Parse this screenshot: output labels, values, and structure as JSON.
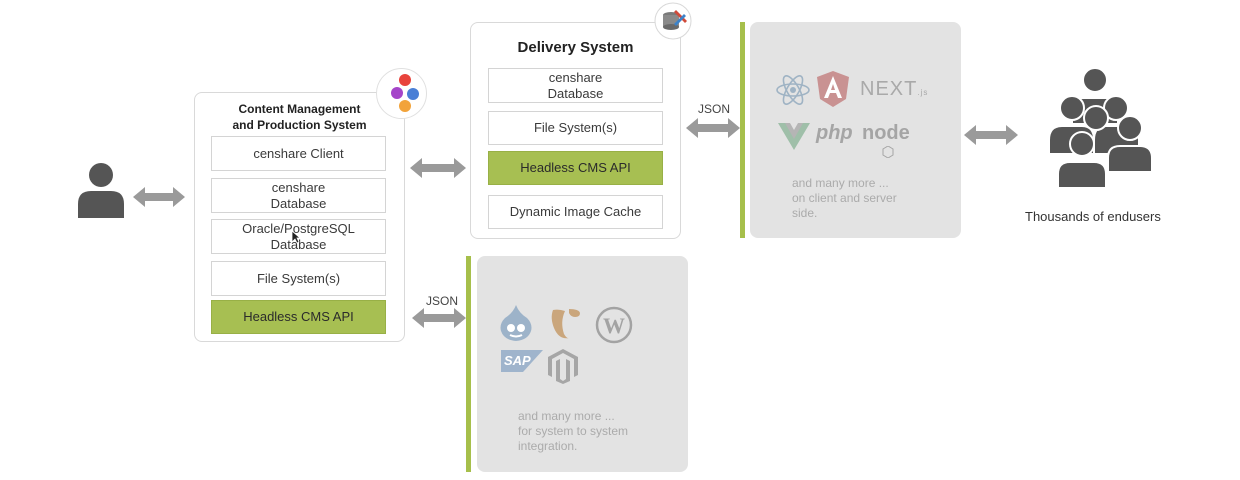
{
  "cms": {
    "title": "Content Management\nand Production System",
    "items": [
      {
        "label": "censhare Client",
        "highlight": false
      },
      {
        "label": "censhare\nDatabase",
        "highlight": false
      },
      {
        "label": "Oracle/PostgreSQL\nDatabase",
        "highlight": false
      },
      {
        "label": "File System(s)",
        "highlight": false
      },
      {
        "label": "Headless CMS API",
        "highlight": true
      }
    ]
  },
  "delivery": {
    "title": "Delivery System",
    "items": [
      {
        "label": "censhare\nDatabase",
        "highlight": false
      },
      {
        "label": "File System(s)",
        "highlight": false
      },
      {
        "label": "Headless CMS API",
        "highlight": true
      },
      {
        "label": "Dynamic Image Cache",
        "highlight": false
      }
    ]
  },
  "connections": {
    "json_top": "JSON",
    "json_bottom": "JSON"
  },
  "frontend_box": {
    "logos": {
      "next": "NEXT",
      "next_suffix": ".js",
      "php": "php",
      "node": "node"
    },
    "note": "and many more ...\non client and server\nside."
  },
  "integration_box": {
    "logos": {
      "sap": "SAP"
    },
    "note": "and many more ...\nfor system to system\nintegration."
  },
  "endusers": {
    "label": "Thousands of endusers"
  },
  "icons": {
    "user": "user-icon",
    "group": "user-group-icon",
    "cms_badge": "app-dots-icon",
    "delivery_badge": "database-tools-icon",
    "arrows": "double-arrow-icon"
  },
  "colors": {
    "accent_green": "#a7bf52",
    "gray_box": "#e3e3e3",
    "icon_gray": "#555555",
    "arrow_gray": "#9a9a9a"
  }
}
